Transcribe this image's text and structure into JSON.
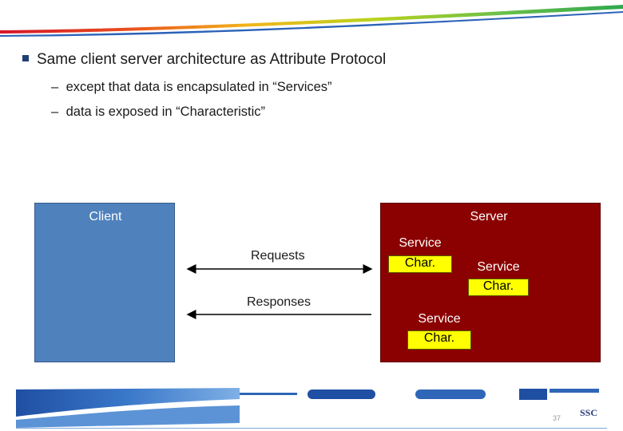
{
  "bullets": {
    "main": "Same client server architecture as Attribute Protocol",
    "sub": [
      "except that data is encapsulated in “Services”",
      "data is exposed in “Characteristic”"
    ]
  },
  "diagram": {
    "client_label": "Client",
    "server_label": "Server",
    "requests_label": "Requests",
    "responses_label": "Responses",
    "services": [
      {
        "service": "Service",
        "char": "Char."
      },
      {
        "service": "Service",
        "char": "Char."
      },
      {
        "service": "Service",
        "char": "Char."
      }
    ]
  },
  "footer": {
    "page_number": "37",
    "logo_text": "SSC"
  }
}
